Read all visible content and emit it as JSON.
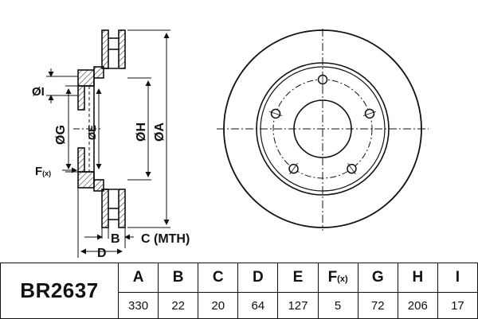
{
  "part_number": "BR2637",
  "drawing": {
    "labels": {
      "dia_i": "ØI",
      "dia_g": "ØG",
      "dia_e": "ØE",
      "dia_h": "ØH",
      "dia_a": "ØA",
      "f": "F",
      "f_sub": "(x)",
      "b": "B",
      "c": "C (MTH)",
      "d": "D"
    },
    "bolt_hole_count": 5
  },
  "specs": {
    "columns": [
      {
        "header": "A",
        "value": "330"
      },
      {
        "header": "B",
        "value": "22"
      },
      {
        "header": "C",
        "value": "20"
      },
      {
        "header": "D",
        "value": "64"
      },
      {
        "header": "E",
        "value": "127"
      },
      {
        "header": "F",
        "header_sub": "(x)",
        "value": "5"
      },
      {
        "header": "G",
        "value": "72"
      },
      {
        "header": "H",
        "value": "206"
      },
      {
        "header": "I",
        "value": "17"
      }
    ]
  },
  "colors": {
    "line": "#111111",
    "background": "#ffffff"
  }
}
